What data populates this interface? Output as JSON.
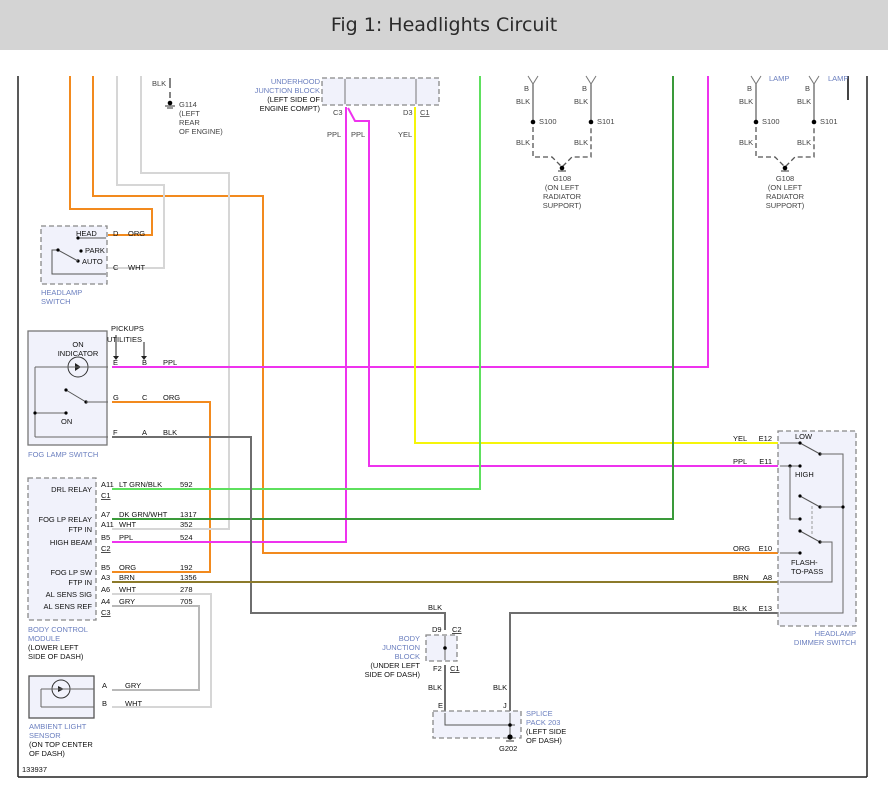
{
  "title": "Fig 1: Headlights Circuit",
  "figure_id": "133937",
  "colors": {
    "orange": "#f28a1e",
    "magenta": "#ee33ee",
    "yellow": "#f5f50a",
    "lt_green": "#5ee05e",
    "dk_green": "#3a9a3a",
    "white_wire": "#d6d6d6",
    "gray_wire": "#b8b8b8",
    "black_wire": "#6e6e6e",
    "brown": "#8c7a2a",
    "component_fill": "#f1f2fb",
    "label_blue": "#6b7fbf"
  },
  "ground_g114": {
    "wire": "BLK",
    "id": "G114",
    "loc": [
      "(LEFT",
      "REAR",
      "OF ENGINE)"
    ]
  },
  "underhood_block": {
    "name": [
      "UNDERHOOD",
      "JUNCTION BLOCK"
    ],
    "loc": [
      "(LEFT SIDE OF",
      "ENGINE COMPT)"
    ],
    "pins": {
      "c3": "C3",
      "d3": "D3",
      "c1": "C1"
    },
    "wires": {
      "ppl1": "PPL",
      "ppl2": "PPL",
      "yel": "YEL"
    }
  },
  "ground_group_left": {
    "pin_a": "B",
    "pin_b": "B",
    "wire": "BLK",
    "splice_a": "S100",
    "splice_b": "S101",
    "ground": "G108",
    "loc": [
      "(ON LEFT",
      "RADIATOR",
      "SUPPORT)"
    ]
  },
  "ground_group_right": {
    "pin_a": "B",
    "pin_b": "B",
    "lamp_a": "LAMP",
    "lamp_b": "LAMP",
    "wire": "BLK",
    "splice_a": "S100",
    "splice_b": "S101",
    "ground": "G108",
    "loc": [
      "(ON LEFT",
      "RADIATOR",
      "SUPPORT)"
    ]
  },
  "headlamp_switch": {
    "name": [
      "HEADLAMP",
      "SWITCH"
    ],
    "positions": {
      "head": "HEAD",
      "park": "PARK",
      "auto": "AUTO"
    },
    "pins": [
      {
        "pin": "D",
        "wire": "ORG"
      },
      {
        "pin": "C",
        "wire": "WHT"
      }
    ]
  },
  "fog_lamp_switch": {
    "name": "FOG LAMP SWITCH",
    "indicator": [
      "ON",
      "INDICATOR"
    ],
    "on_label": "ON",
    "variants": {
      "pickups": "PICKUPS",
      "utilities": "UTILITIES"
    },
    "pins": [
      {
        "pin_a": "E",
        "pin_b": "B",
        "wire": "PPL"
      },
      {
        "pin_a": "G",
        "pin_b": "C",
        "wire": "ORG"
      },
      {
        "pin_a": "F",
        "pin_b": "A",
        "wire": "BLK"
      }
    ]
  },
  "bcm": {
    "name": [
      "BODY CONTROL",
      "MODULE"
    ],
    "loc": [
      "(LOWER LEFT",
      "SIDE OF DASH)"
    ],
    "rows": [
      {
        "label": "DRL RELAY",
        "pin": "A11",
        "wire": "LT GRN/BLK",
        "circuit": "592",
        "conn": "C1"
      },
      {
        "label": "FOG LP RELAY",
        "pin": "A7",
        "wire": "DK GRN/WHT",
        "circuit": "1317"
      },
      {
        "label": "FTP IN",
        "pin": "A11",
        "wire": "WHT",
        "circuit": "352"
      },
      {
        "label": "HIGH BEAM",
        "pin": "B5",
        "wire": "PPL",
        "circuit": "524",
        "conn": "C2"
      },
      {
        "label": "FOG LP SW",
        "pin": "B5",
        "wire": "ORG",
        "circuit": "192"
      },
      {
        "label": "FTP IN",
        "pin": "A3",
        "wire": "BRN",
        "circuit": "1356"
      },
      {
        "label": "AL SENS SIG",
        "pin": "A6",
        "wire": "WHT",
        "circuit": "278"
      },
      {
        "label": "AL SENS REF",
        "pin": "A4",
        "wire": "GRY",
        "circuit": "705",
        "conn": "C3"
      }
    ]
  },
  "ambient_sensor": {
    "name": [
      "AMBIENT LIGHT",
      "SENSOR"
    ],
    "loc": [
      "(ON TOP CENTER",
      "OF DASH)"
    ],
    "pins": [
      {
        "pin": "A",
        "wire": "GRY"
      },
      {
        "pin": "B",
        "wire": "WHT"
      }
    ]
  },
  "dimmer_switch": {
    "name": [
      "HEADLAMP",
      "DIMMER SWITCH"
    ],
    "positions": {
      "low": "LOW",
      "high": "HIGH",
      "ftp": [
        "FLASH-",
        "TO-PASS"
      ]
    },
    "pins": [
      {
        "pin": "E12",
        "wire": "YEL"
      },
      {
        "pin": "E11",
        "wire": "PPL"
      },
      {
        "pin": "E10",
        "wire": "ORG"
      },
      {
        "pin": "A8",
        "wire": "BRN"
      },
      {
        "pin": "E13",
        "wire": "BLK"
      }
    ]
  },
  "body_junction_block": {
    "name": [
      "BODY",
      "JUNCTION",
      "BLOCK"
    ],
    "loc": [
      "(UNDER LEFT",
      "SIDE OF DASH)"
    ],
    "pins": {
      "d9": "D9",
      "c2": "C2",
      "f2": "F2",
      "c1": "C1"
    },
    "wire_in": "BLK",
    "wire_out": "BLK"
  },
  "splice_pack": {
    "name": [
      "SPLICE",
      "PACK 203"
    ],
    "loc": [
      "(LEFT SIDE",
      "OF DASH)"
    ],
    "pins": {
      "e": "E",
      "j": "J"
    },
    "wire_j": "BLK",
    "ground": "G202"
  }
}
